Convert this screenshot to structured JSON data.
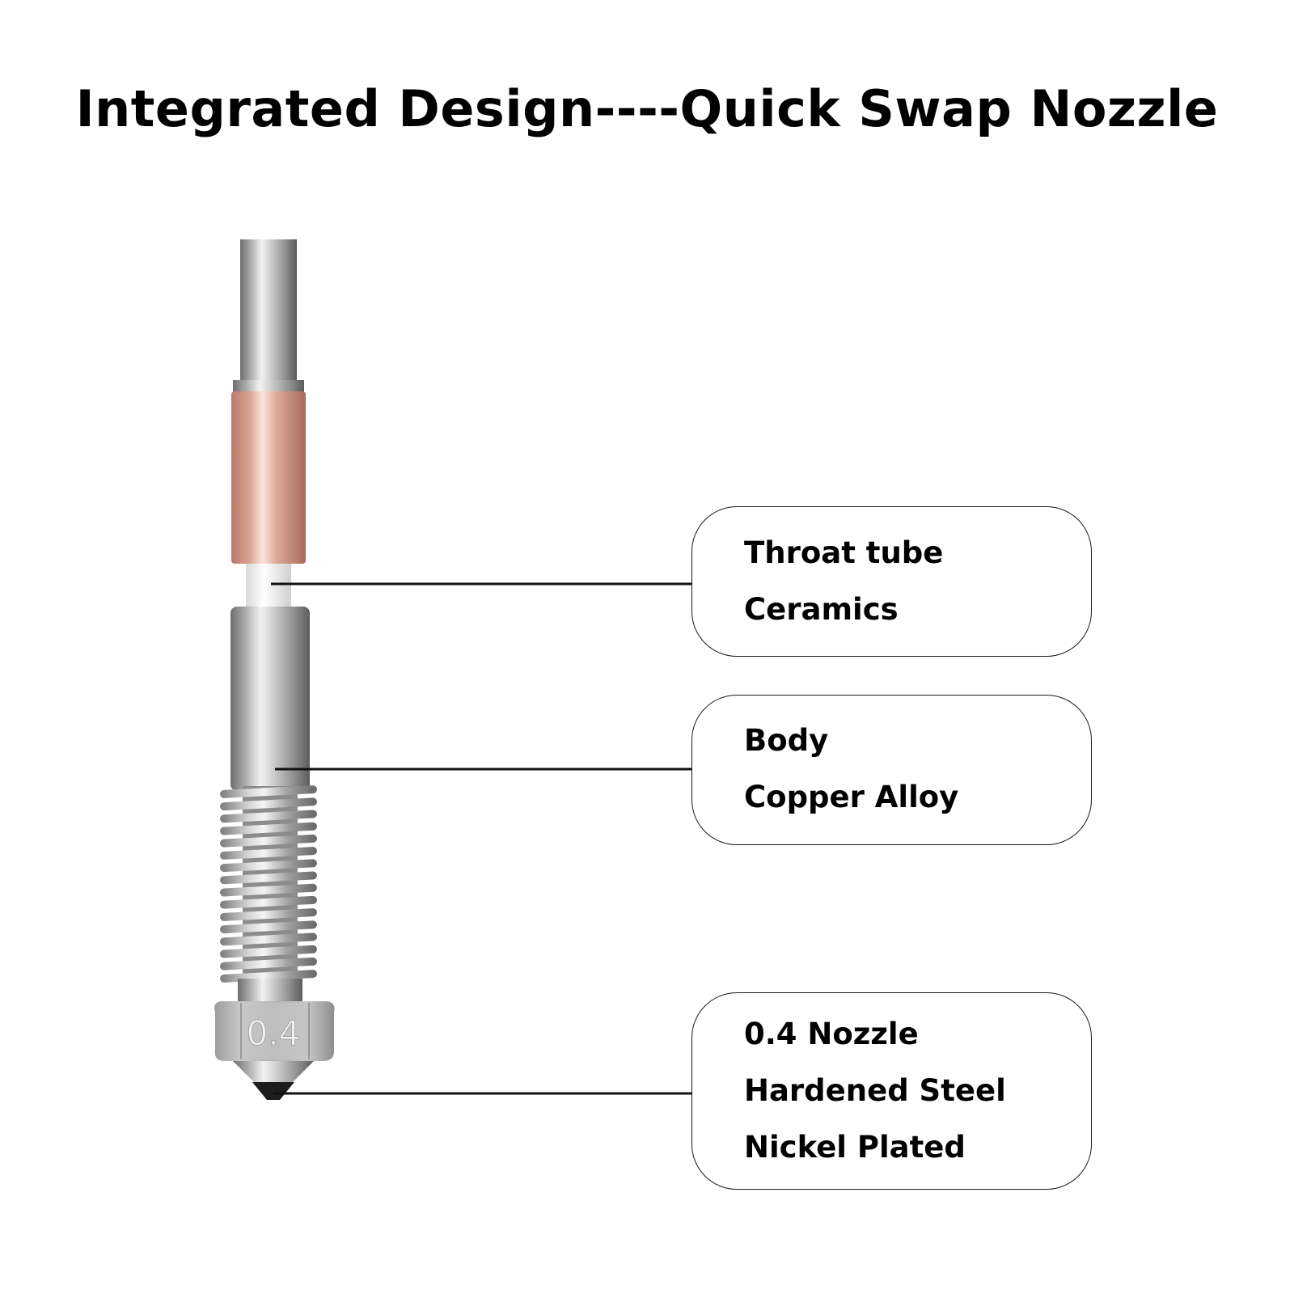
{
  "title": "Integrated Design----Quick Swap Nozzle",
  "nozzle_marking": "0.4",
  "colors": {
    "steel": "#c2c2c2",
    "copper": "#d9a18f",
    "ceramic": "#f4f4f4",
    "tip": "#1c1c1c",
    "outline": "#1a1a1a"
  },
  "callouts": {
    "throat": {
      "lines": [
        "Throat tube",
        "Ceramics"
      ]
    },
    "body": {
      "lines": [
        "Body",
        "Copper Alloy"
      ]
    },
    "nozzle": {
      "lines": [
        "0.4 Nozzle",
        "Hardened Steel",
        "Nickel Plated"
      ]
    }
  }
}
